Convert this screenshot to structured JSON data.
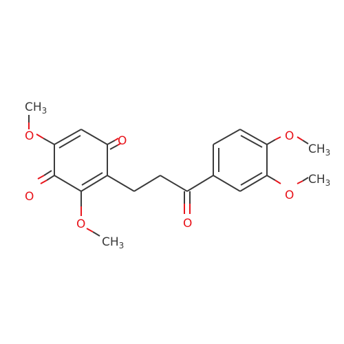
{
  "molecule": {
    "atoms": {
      "o_top_ketone": "O",
      "o_left_ketone": "O",
      "o_chain_ketone": "O",
      "o_methoxy_top_left": "O",
      "o_methoxy_bottom_left": "O",
      "o_methoxy_right_top": "O",
      "o_methoxy_right_bottom": "O"
    },
    "methyl_groups": {
      "ch3_top_left": {
        "main": "CH",
        "sub": "3"
      },
      "ch3_bottom_left": {
        "main": "CH",
        "sub": "3"
      },
      "ch3_right_top": {
        "main": "CH",
        "sub": "3"
      },
      "ch3_right_bottom": {
        "main": "CH",
        "sub": "3"
      }
    }
  },
  "colors": {
    "background": "#ffffff",
    "bond": "#3a3a3a",
    "oxygen": "#e8141b",
    "carbon_label": "#3a3a3a"
  }
}
